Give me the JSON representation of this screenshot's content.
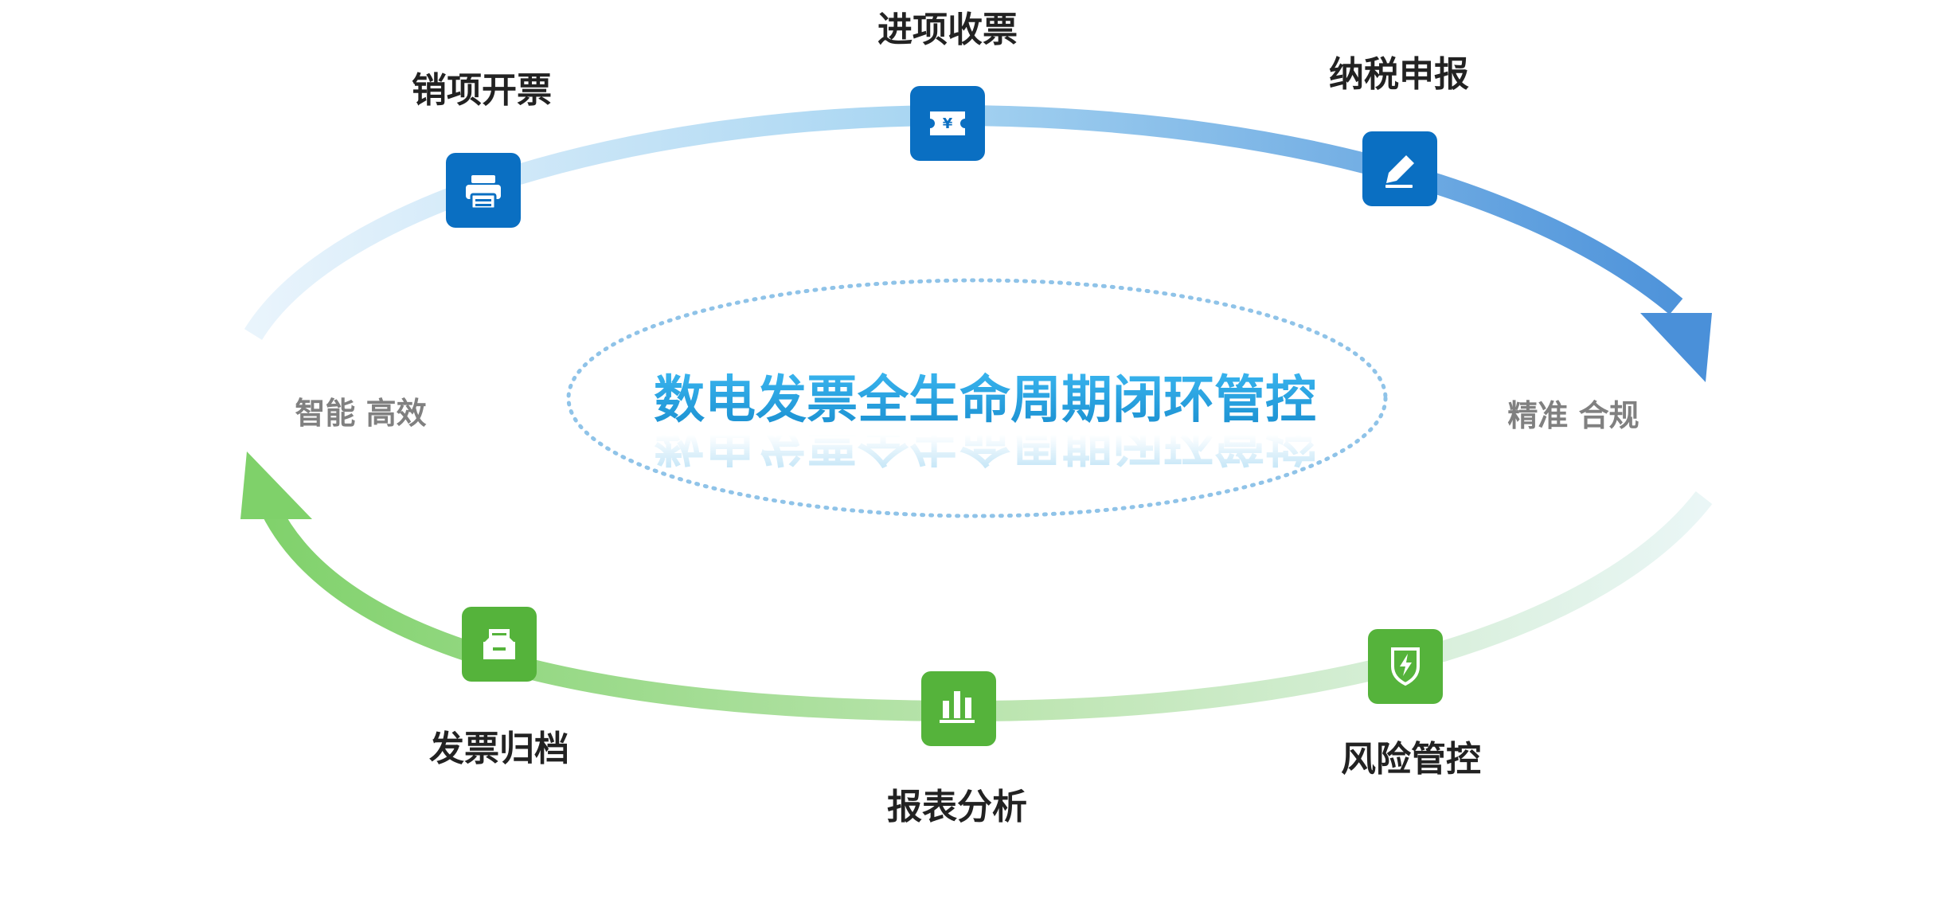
{
  "title": "数电发票全生命周期闭环管控",
  "side_labels": {
    "left": "智能 高效",
    "right": "精准 合规"
  },
  "nodes": [
    {
      "key": "sales_invoicing",
      "label": "销项开票",
      "icon": "printer-icon"
    },
    {
      "key": "input_receipt",
      "label": "进项收票",
      "icon": "ticket-yen-icon"
    },
    {
      "key": "tax_filing",
      "label": "纳税申报",
      "icon": "pencil-icon"
    },
    {
      "key": "risk_control",
      "label": "风险管控",
      "icon": "shield-bolt-icon"
    },
    {
      "key": "report_analysis",
      "label": "报表分析",
      "icon": "bar-chart-icon"
    },
    {
      "key": "invoice_archive",
      "label": "发票归档",
      "icon": "archive-tray-icon"
    }
  ],
  "colors": {
    "blue_node": "#0a6fc2",
    "green_node": "#55b33b",
    "blue_arc": "#4a90d9",
    "green_arc": "#7fd16a",
    "title": "#2aa4e4"
  }
}
